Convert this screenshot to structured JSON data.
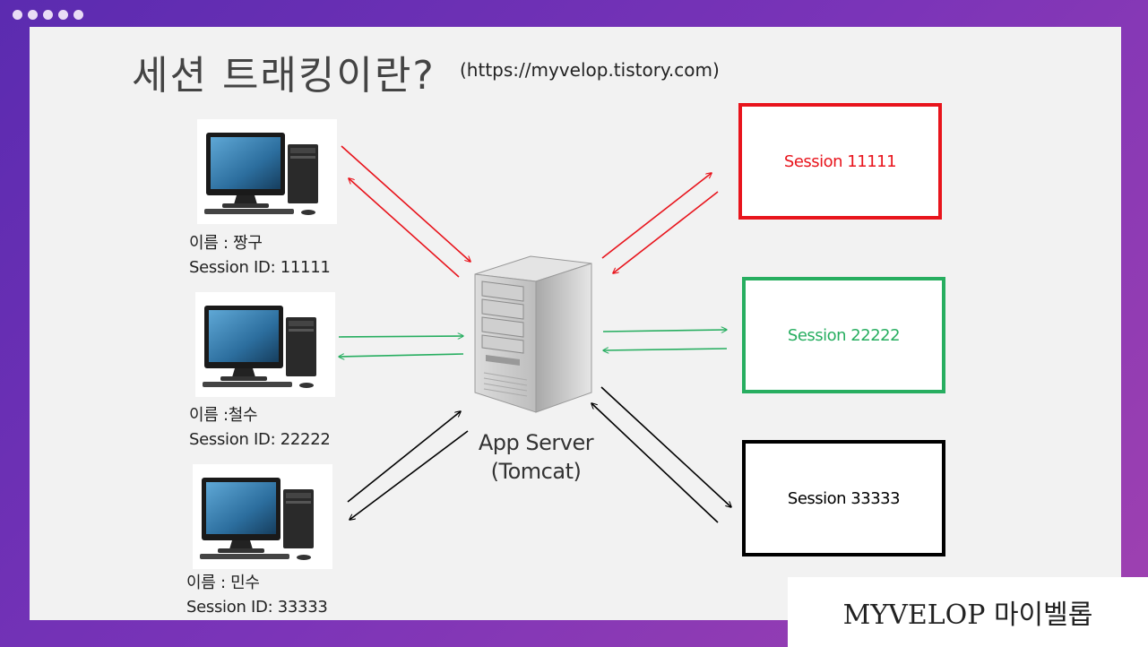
{
  "title": "세션 트래킹이란?",
  "subtitle": "(https://myvelop.tistory.com)",
  "clients": [
    {
      "name_line": "이름 : 짱구",
      "session_line": "Session ID: 11111"
    },
    {
      "name_line": "이름 :철수",
      "session_line": "Session ID: 22222"
    },
    {
      "name_line": "이름 : 민수",
      "session_line": "Session ID: 33333"
    }
  ],
  "server": {
    "line1": "App Server",
    "line2": "(Tomcat)"
  },
  "sessions": [
    {
      "label": "Session 11111",
      "color": "#e8141c"
    },
    {
      "label": "Session 22222",
      "color": "#27ae60"
    },
    {
      "label": "Session 33333",
      "color": "#000000"
    }
  ],
  "watermark": "MYVELOP 마이벨롭"
}
